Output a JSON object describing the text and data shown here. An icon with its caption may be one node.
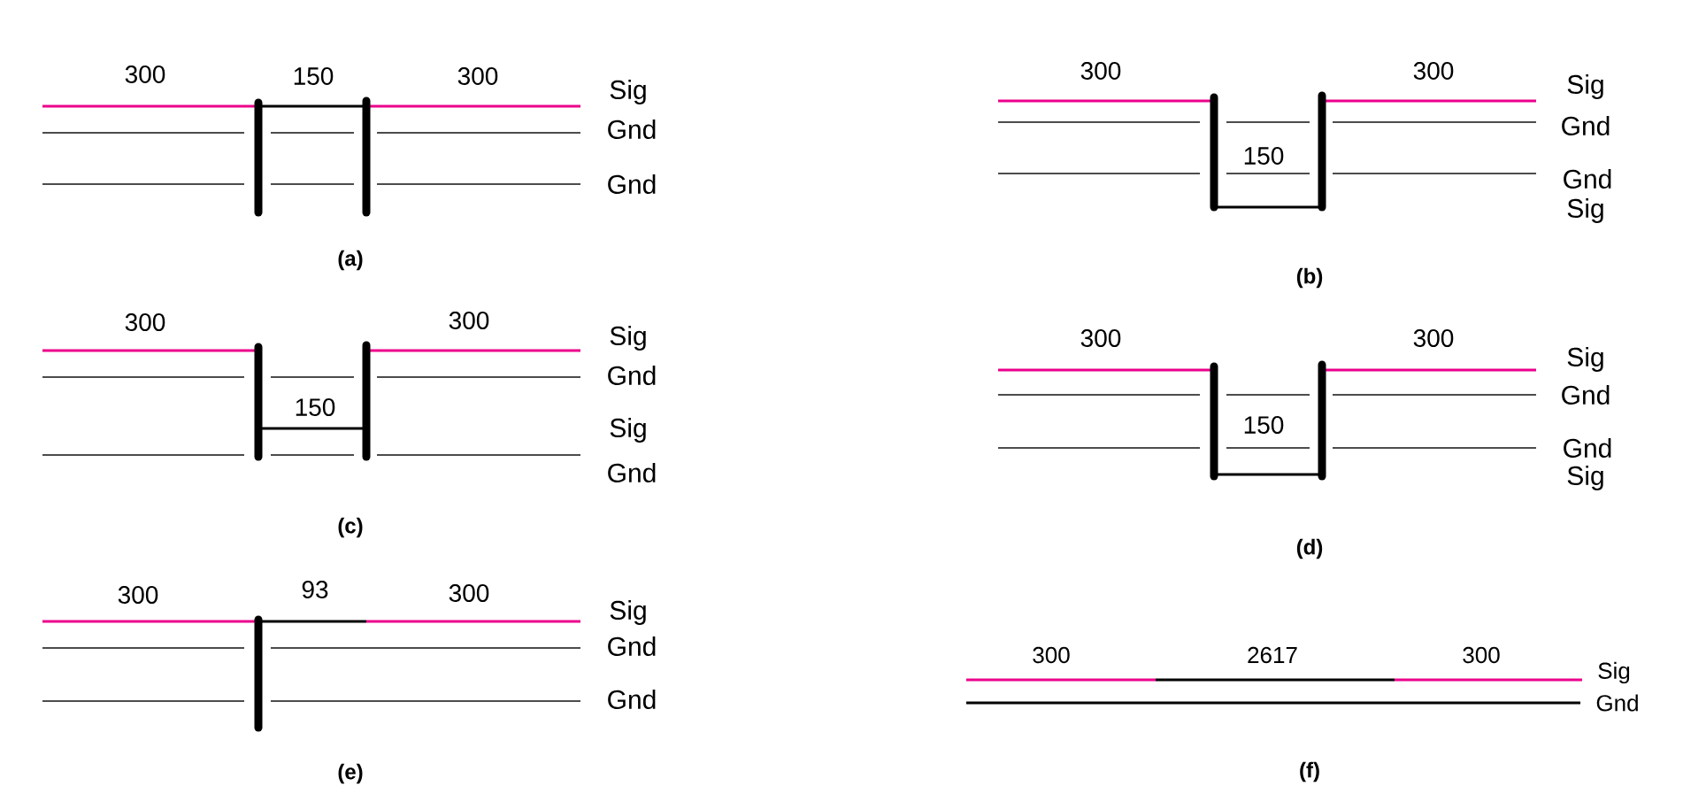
{
  "diagram": {
    "labels": [
      "300",
      "150",
      "300",
      "Sig",
      "Gnd",
      "Gnd",
      "(a)",
      "300",
      "300",
      "Sig",
      "Gnd",
      "150",
      "Gnd",
      "Sig",
      "(b)",
      "300",
      "300",
      "Sig",
      "Gnd",
      "150",
      "Sig",
      "Gnd",
      "(c)",
      "300",
      "300",
      "Sig",
      "Gnd",
      "150",
      "Gnd",
      "Sig",
      "(d)",
      "300",
      "93",
      "300",
      "Sig",
      "Gnd",
      "Gnd",
      "(e)",
      "300",
      "2617",
      "300",
      "Sig",
      "Gnd",
      "(f)"
    ]
  }
}
